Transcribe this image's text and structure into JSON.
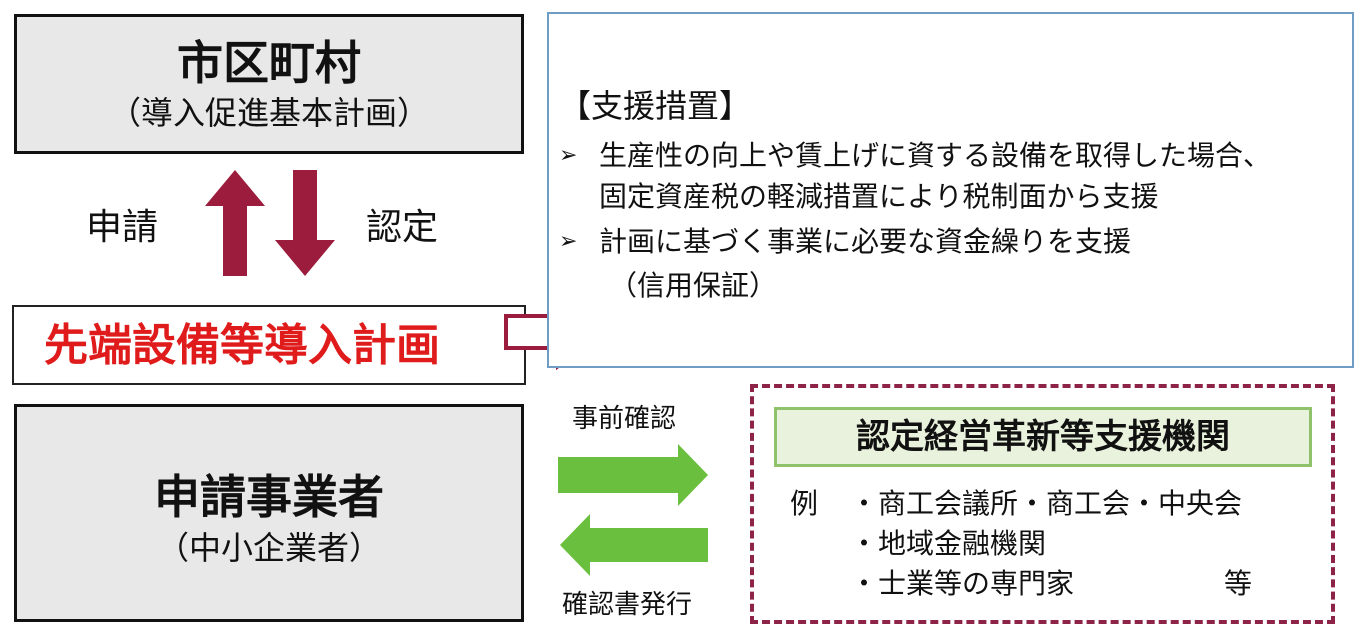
{
  "municipality": {
    "title": "市区町村",
    "subtitle": "（導入促進基本計画）"
  },
  "labels": {
    "apply": "申請",
    "approve": "認定",
    "pre_check": "事前確認",
    "issue_cert": "確認書発行"
  },
  "plan": {
    "title": "先端設備等導入計画"
  },
  "applicant": {
    "title": "申請事業者",
    "subtitle": "（中小企業者）"
  },
  "support": {
    "heading": "【支援措置】",
    "bullet_marker": "➢",
    "bullets": [
      {
        "line1": "生産性の向上や賃上げに資する設備を取得した場合、",
        "line2": "固定資産税の軽減措置により税制面から支援"
      },
      {
        "line1": "計画に基づく事業に必要な資金繰りを支援",
        "line2": "（信用保証）"
      }
    ]
  },
  "agency": {
    "title": "認定経営革新等支援機関",
    "example_label": "例",
    "items": [
      "・商工会議所・商工会・中央会",
      "・地域金融機関",
      "・士業等の専門家"
    ],
    "etc": "等"
  },
  "colors": {
    "red_arrow": "#9b1c3c",
    "green_arrow": "#6bbf3e",
    "plan_text": "#e01b1b",
    "support_border": "#6f9cc4",
    "agency_border": "#8d2448"
  }
}
